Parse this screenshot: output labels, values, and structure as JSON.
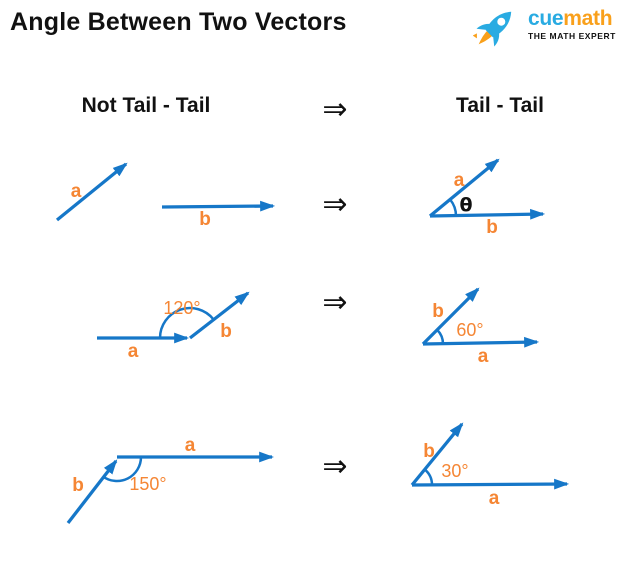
{
  "title": "Angle Between Two Vectors",
  "logo": {
    "cue": "cue",
    "math": "math",
    "tagline": "THE MATH EXPERT"
  },
  "headings": {
    "left": "Not Tail - Tail",
    "right": "Tail - Tail",
    "implies": "⇒"
  },
  "colors": {
    "vector_blue": "#1677C8",
    "label_orange": "#F58634",
    "ink": "#111111",
    "logo_cyan": "#29ABE2",
    "logo_amber": "#F9A01B"
  },
  "diagrams": {
    "r1_left": {
      "a": "a",
      "b": "b"
    },
    "r1_right": {
      "a": "a",
      "b": "b",
      "angle": "θ"
    },
    "r2_left": {
      "a": "a",
      "b": "b",
      "angle": "120°"
    },
    "r2_right": {
      "a": "a",
      "b": "b",
      "angle": "60°"
    },
    "r3_left": {
      "a": "a",
      "b": "b",
      "angle": "150°"
    },
    "r3_right": {
      "a": "a",
      "b": "b",
      "angle": "30°"
    }
  }
}
